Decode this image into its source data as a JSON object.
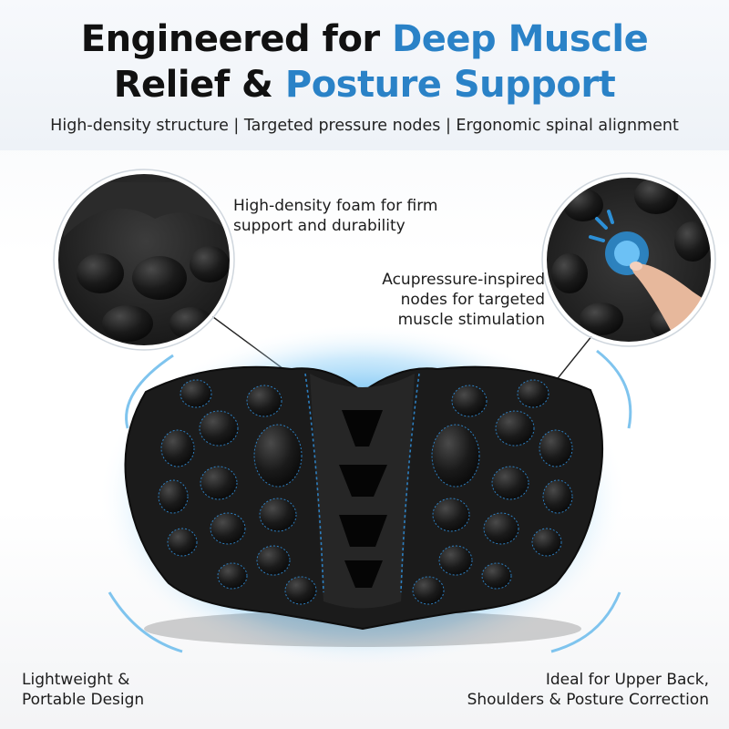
{
  "header": {
    "title_line1_plain": "Engineered for ",
    "title_line1_accent": "Deep Muscle",
    "title_line2_plain": "Relief & ",
    "title_line2_accent": "Posture Support",
    "subtitle": "High-density structure | Targeted pressure nodes | Ergonomic spinal alignment",
    "accent_color": "#2a82c7"
  },
  "callouts": {
    "foam": "High-density foam for firm\nsupport and durability",
    "nodes": "Acupressure-inspired\nnodes for targeted\nmuscle stimulation",
    "portable": "Lightweight &\nPortable Design",
    "ideal": "Ideal for Upper Back,\nShoulders & Posture Correction"
  },
  "visuals": {
    "product": "black-massage-pillow",
    "zoom_left": "foam-closeup",
    "zoom_right": "finger-pressing-node",
    "glow_color": "#5fb8f0"
  }
}
